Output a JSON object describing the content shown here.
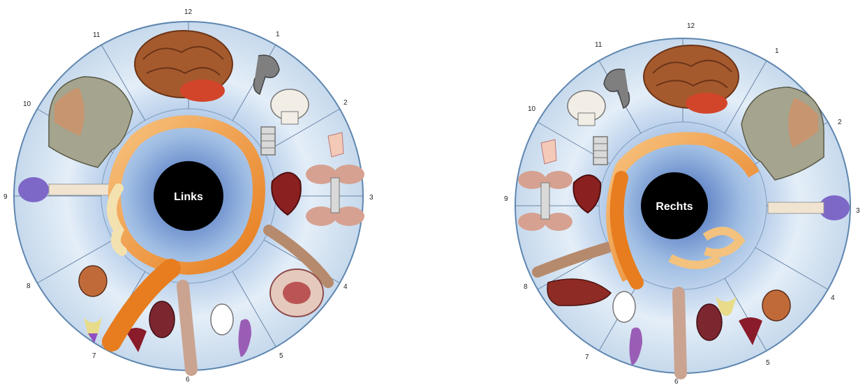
{
  "diagrams": [
    {
      "id": "left",
      "center_label": "Links",
      "clock_labels": [
        "12",
        "1",
        "2",
        "3",
        "4",
        "5",
        "6",
        "7",
        "8",
        "9",
        "10",
        "11"
      ],
      "organs": [
        "brain",
        "ear",
        "skull",
        "spine",
        "heart",
        "lungs",
        "arm",
        "eye",
        "uterus",
        "testis",
        "kidney",
        "leg",
        "bladder",
        "thyroid",
        "head-profile",
        "intestine",
        "stomach"
      ]
    },
    {
      "id": "right",
      "center_label": "Rechts",
      "clock_labels": [
        "12",
        "1",
        "2",
        "3",
        "4",
        "5",
        "6",
        "7",
        "8",
        "9",
        "10",
        "11"
      ],
      "organs": [
        "brain",
        "ear",
        "skull",
        "spine",
        "heart",
        "lungs",
        "arm",
        "liver",
        "gallbladder",
        "uterus",
        "testis",
        "kidney",
        "leg",
        "thyroid",
        "head-profile",
        "intestine",
        "appendix"
      ]
    }
  ],
  "colors": {
    "ring_bg": "#dbe9f5",
    "ring_edge": "#5f86b0",
    "center": "#000000",
    "intestine": "#f2a04d",
    "brain": "#a55a2e",
    "skin": "#c9b79a",
    "organ_red": "#8a2020"
  }
}
